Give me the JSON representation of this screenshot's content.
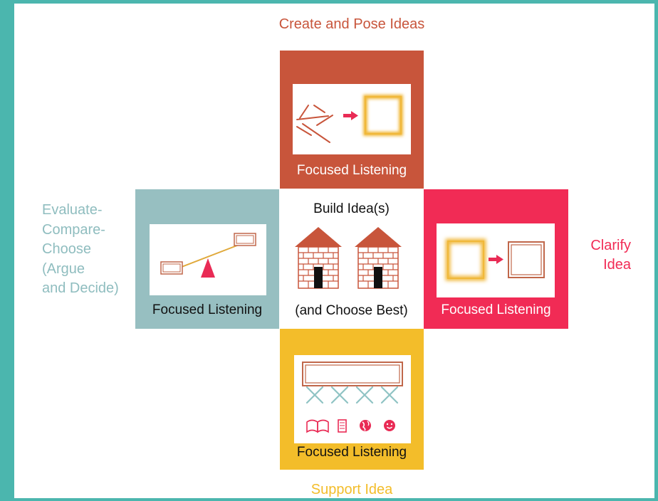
{
  "colors": {
    "frame": "#4bb6ae",
    "create": "#c8553b",
    "clarify": "#f12b55",
    "support": "#f3bd2a",
    "evaluate": "#97bfc1",
    "evaluate_text": "#8fbdbf",
    "frame_stroke": "#c0674a",
    "glow": "#f0b83a",
    "arrow": "#e92b55",
    "teal_line": "#8fc3c4",
    "orange_line": "#e0a93b"
  },
  "labels": {
    "top": "Create and Pose Ideas",
    "left": "Evaluate-\nCompare-\nChoose\n(Argue\nand Decide)",
    "right": "Clarify\nIdea",
    "bottom": "Support Idea"
  },
  "panels": {
    "top": {
      "caption": "Focused Listening"
    },
    "left": {
      "caption": "Focused Listening"
    },
    "right": {
      "caption": "Focused Listening"
    },
    "bottom": {
      "caption": "Focused Listening"
    },
    "center": {
      "title": "Build Idea(s)",
      "subtitle": "(and Choose Best)"
    }
  },
  "icons": {
    "support_row": [
      "book-icon",
      "document-icon",
      "globe-icon",
      "smiley-icon"
    ]
  }
}
